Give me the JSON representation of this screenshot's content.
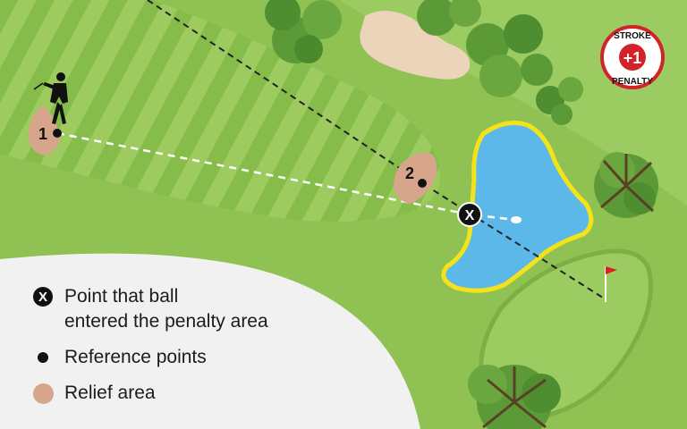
{
  "badge": {
    "top": "STROKE",
    "value": "+1",
    "bottom": "PENALTY"
  },
  "markers": {
    "point1": "1",
    "point2": "2",
    "entry": "X"
  },
  "legend": {
    "entry_symbol": "X",
    "entry_line1": "Point that ball",
    "entry_line2": "entered the penalty area",
    "reference": "Reference points",
    "relief": "Relief area"
  },
  "colors": {
    "rough": "#8dbf4f",
    "fairway_light": "#a8d270",
    "fairway_dark": "#7fb548",
    "water": "#5cb8e8",
    "water_border": "#f5e31a",
    "relief": "#d7a58c",
    "bunker": "#ecd4bb",
    "flag": "#e0201c",
    "badge_red": "#d4222a"
  }
}
